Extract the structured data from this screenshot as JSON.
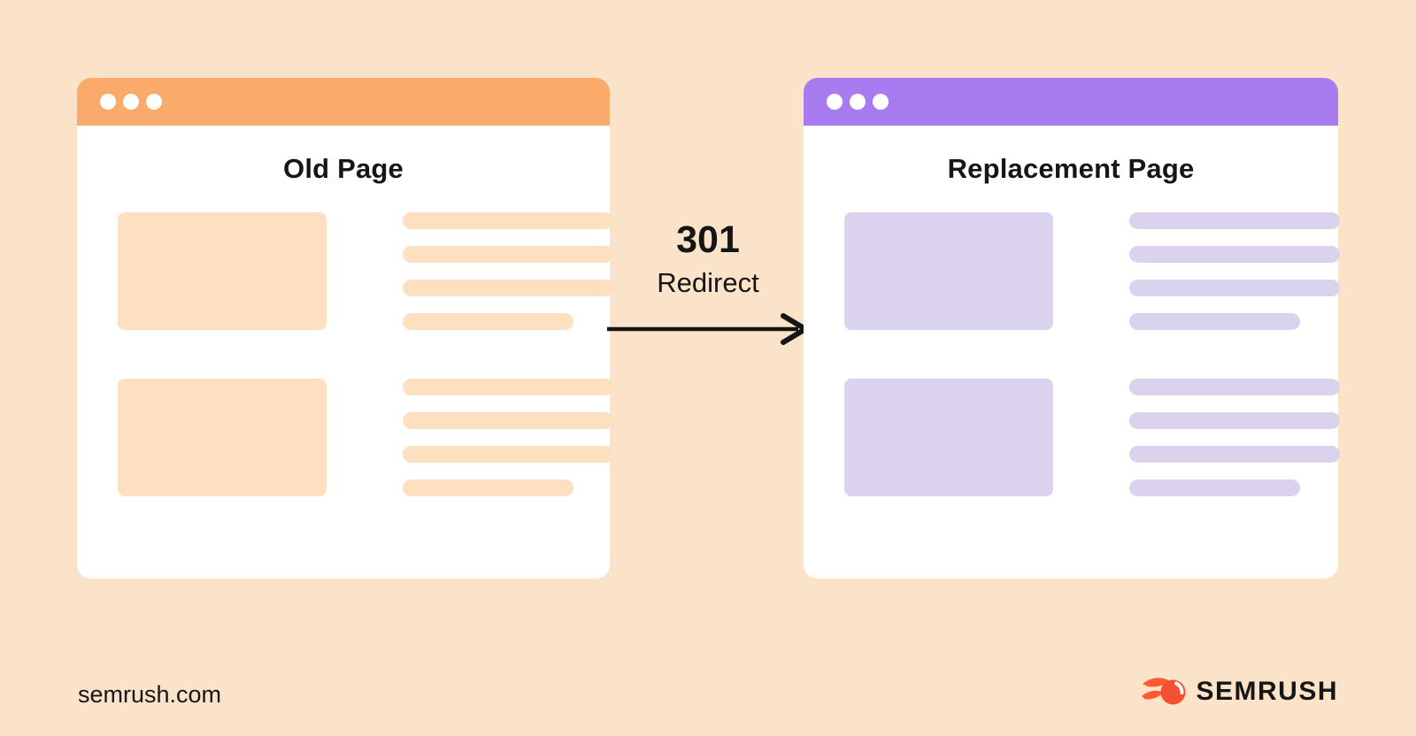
{
  "theme": {
    "bg": "#FBE3C9",
    "window-bg": "#FFFFFF",
    "old-header": "#FAAB6B",
    "old-block": "#FCE0C0",
    "new-header": "#A87CF0",
    "new-block": "#DBD2EE",
    "ink": "#161616",
    "logo-flame": "#FF5B2E",
    "logo-ball": "#F2502F"
  },
  "old_window": {
    "title": "Old Page"
  },
  "new_window": {
    "title": "Replacement Page"
  },
  "redirect": {
    "code": "301",
    "label": "Redirect"
  },
  "footer": {
    "site": "semrush.com",
    "brand": "SEMRUSH"
  }
}
